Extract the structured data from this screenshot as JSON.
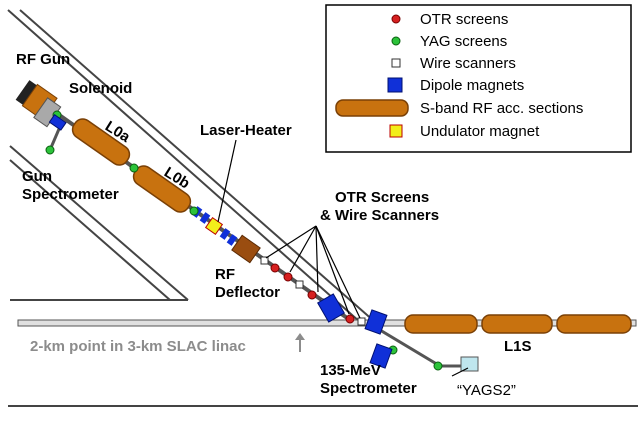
{
  "legend": {
    "items": [
      {
        "label": "OTR screens",
        "symbol": "red-dot-icon",
        "color": "#d62020"
      },
      {
        "label": "YAG screens",
        "symbol": "green-dot-icon",
        "color": "#2cc23a"
      },
      {
        "label": "Wire scanners",
        "symbol": "white-square-icon",
        "color": "#ffffff"
      },
      {
        "label": "Dipole magnets",
        "symbol": "blue-block-icon",
        "color": "#1030d8"
      },
      {
        "label": "S-band RF acc. sections",
        "symbol": "orange-cylinder-icon",
        "color": "#c8720f"
      },
      {
        "label": "Undulator magnet",
        "symbol": "yellow-square-icon",
        "color": "#f2ee1a"
      }
    ]
  },
  "labels": {
    "rf_gun": "RF Gun",
    "solenoid": "Solenoid",
    "l0a": "L0a",
    "l0b": "L0b",
    "laser_heater": "Laser-Heater",
    "gun_spectrometer_1": "Gun",
    "gun_spectrometer_2": "Spectrometer",
    "otr_wire_1": "OTR Screens",
    "otr_wire_2": "& Wire Scanners",
    "rf_deflector_1": "RF",
    "rf_deflector_2": "Deflector",
    "linac_point": "2-km point in 3-km SLAC linac",
    "l1s": "L1S",
    "spec135_1": "135-MeV",
    "spec135_2": "Spectrometer",
    "yags2": "“YAGS2”"
  },
  "colors": {
    "rf_section": "#c8720f",
    "rf_section_dark": "#7a4006",
    "dipole": "#1030d8",
    "otr": "#d62020",
    "yag": "#2cc23a",
    "undulator": "#f2ee1a",
    "deflector": "#9a4d10",
    "gun_gray": "#a9a9a9",
    "linac_label_gray": "#8c8c8c",
    "wall": "#444444",
    "screen_box": "#bfe6ee"
  }
}
